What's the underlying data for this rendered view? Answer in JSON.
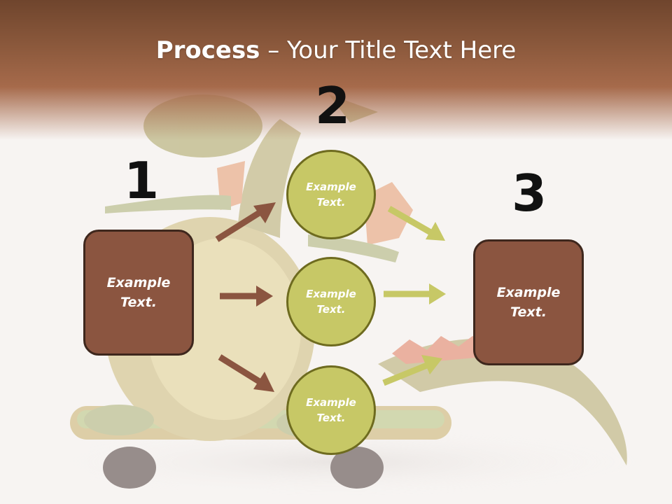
{
  "title": {
    "bold": "Process",
    "rest": " – Your Title Text Here"
  },
  "steps": [
    {
      "number": "1",
      "line1": "Example",
      "line2": "Text."
    },
    {
      "number": "2"
    },
    {
      "number": "3",
      "line1": "Example",
      "line2": "Text."
    }
  ],
  "circles": [
    {
      "line1": "Example",
      "line2": "Text."
    },
    {
      "line1": "Example",
      "line2": "Text."
    },
    {
      "line1": "Example",
      "line2": "Text."
    }
  ],
  "colors": {
    "header": "#8d5a3d",
    "box_fill": "#8b5540",
    "box_border": "#3e271d",
    "circle_fill": "#c7c866",
    "circle_border": "#6e6b1f",
    "arrow_brown": "#8b5540",
    "arrow_olive": "#c7c866"
  },
  "icons": {
    "background": "dragon-on-skateboard-illustration"
  }
}
